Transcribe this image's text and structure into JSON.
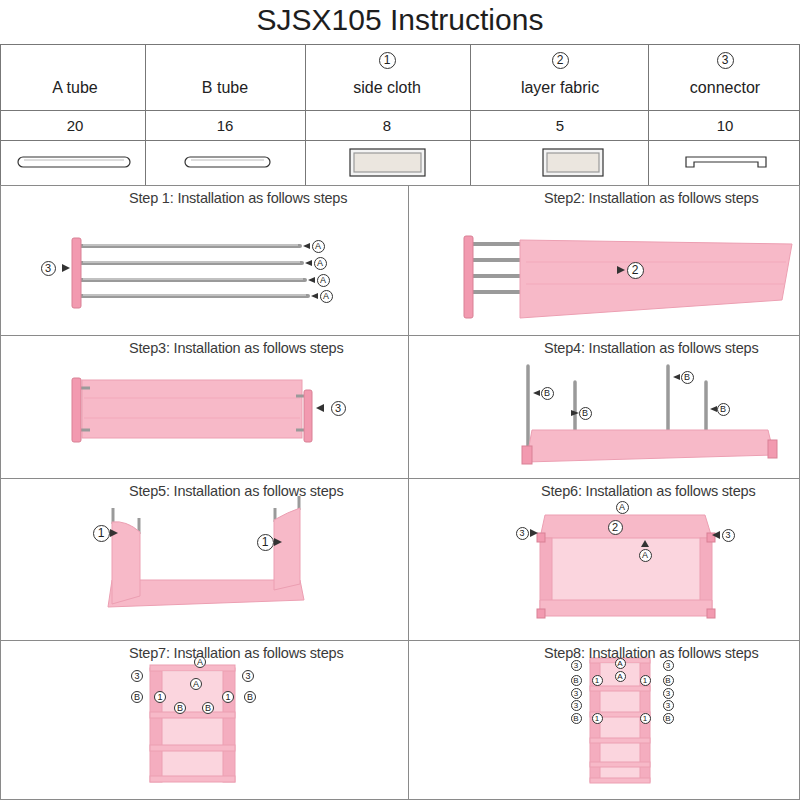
{
  "diagram": {
    "title": "SJSX105 Instructions",
    "nodes": [
      {
        "text": [
          "Step 1: Installation as follows steps"
        ]
      },
      {
        "text": [
          "Step2: Installation as follows steps"
        ]
      },
      {
        "text": [
          "Step3: Installation as follows steps"
        ]
      },
      {
        "text": [
          "Step4: Installation as follows steps"
        ]
      },
      {
        "text": [
          "Step5: Installation as follows steps"
        ]
      },
      {
        "text": [
          "Step6: Installation as follows steps"
        ]
      },
      {
        "text": [
          "Step7: Installation as follows steps"
        ]
      },
      {
        "text": [
          "Step8: Installation as follows steps"
        ]
      }
    ],
    "labels": [
      "A tube",
      "B tube",
      "1",
      "side cloth",
      "2",
      "layer fabric",
      "3",
      "connector",
      "20",
      "16",
      "8",
      "5",
      "10",
      "3",
      "A",
      "A",
      "A",
      "A",
      "2",
      "3",
      "B",
      "B",
      "B",
      "B",
      "1",
      "1",
      "3",
      "A",
      "2",
      "A",
      "3",
      "3",
      "A",
      "3",
      "A",
      "B",
      "1",
      "1",
      "B",
      "B",
      "B",
      "3",
      "A",
      "3",
      "B",
      "1",
      "A",
      "1",
      "B",
      "3",
      "3",
      "3",
      "3",
      "B",
      "1",
      "1",
      "B"
    ]
  }
}
